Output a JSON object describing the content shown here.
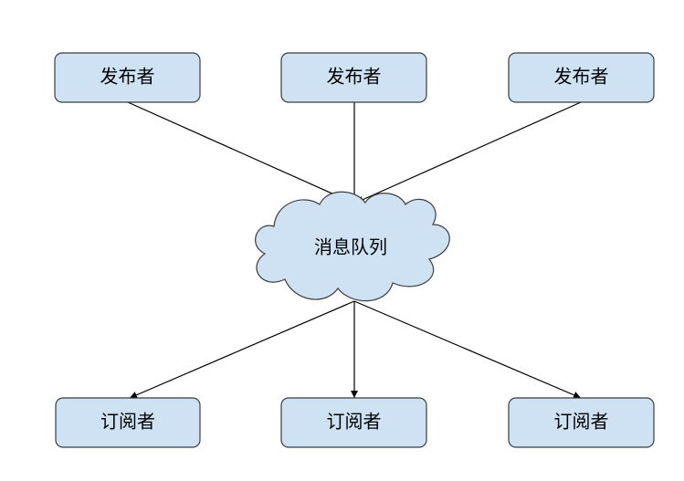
{
  "diagram": {
    "colors": {
      "box_fill": "#cfe2f3",
      "box_stroke": "#3c3c3c",
      "cloud_fill": "#cfe2f3",
      "edge": "#000000"
    },
    "publishers": [
      {
        "label": "发布者"
      },
      {
        "label": "发布者"
      },
      {
        "label": "发布者"
      }
    ],
    "queue": {
      "label": "消息队列"
    },
    "subscribers": [
      {
        "label": "订阅者"
      },
      {
        "label": "订阅者"
      },
      {
        "label": "订阅者"
      }
    ],
    "edges": [
      {
        "from": "publisher-1",
        "to": "queue"
      },
      {
        "from": "publisher-2",
        "to": "queue"
      },
      {
        "from": "publisher-3",
        "to": "queue"
      },
      {
        "from": "queue",
        "to": "subscriber-1"
      },
      {
        "from": "queue",
        "to": "subscriber-2"
      },
      {
        "from": "queue",
        "to": "subscriber-3"
      }
    ]
  }
}
